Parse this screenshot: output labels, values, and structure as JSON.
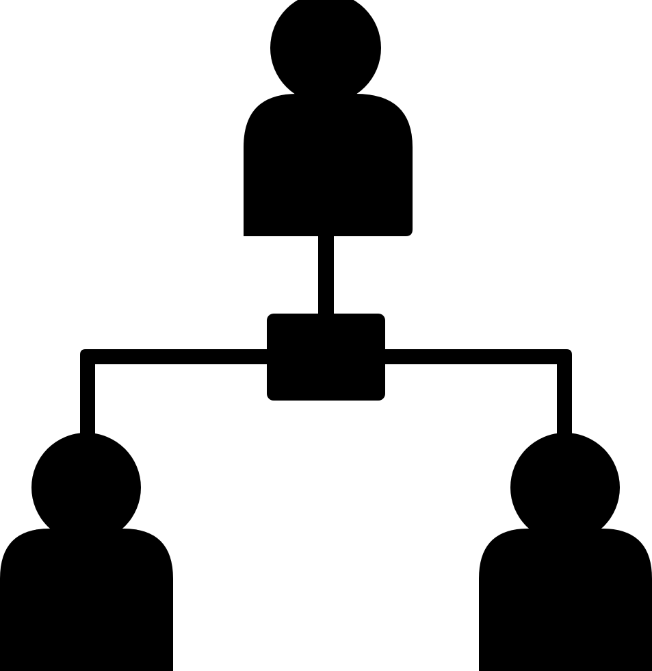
{
  "icon": {
    "name": "organization-hierarchy-icon",
    "style": "glyph",
    "fill_color": "#000000",
    "background_color": "#ffffff",
    "nodes": [
      {
        "role": "parent",
        "icon": "person-icon",
        "position": "top-center"
      },
      {
        "role": "child",
        "icon": "person-icon",
        "position": "bottom-left"
      },
      {
        "role": "child",
        "icon": "person-icon",
        "position": "bottom-right"
      }
    ],
    "hub": {
      "icon": "square-node-icon",
      "position": "center"
    },
    "connectors": [
      {
        "from": "parent",
        "to": "hub",
        "direction": "vertical"
      },
      {
        "from": "hub",
        "to": "child-left",
        "direction": "horizontal-then-vertical"
      },
      {
        "from": "hub",
        "to": "child-right",
        "direction": "horizontal-then-vertical"
      }
    ]
  }
}
